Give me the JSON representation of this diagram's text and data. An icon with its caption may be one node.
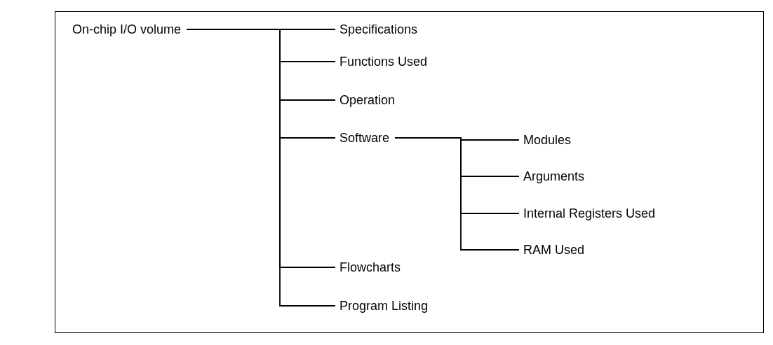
{
  "diagram": {
    "nodes": [
      {
        "text": [
          "On-chip I/O volume"
        ]
      },
      {
        "text": [
          "Specifications"
        ]
      },
      {
        "text": [
          "Functions Used"
        ]
      },
      {
        "text": [
          "Operation"
        ]
      },
      {
        "text": [
          "Software"
        ]
      },
      {
        "text": [
          "Modules"
        ]
      },
      {
        "text": [
          "Arguments"
        ]
      },
      {
        "text": [
          "Internal Registers Used"
        ]
      },
      {
        "text": [
          "RAM Used"
        ]
      },
      {
        "text": [
          "Flowcharts"
        ]
      },
      {
        "text": [
          "Program Listing"
        ]
      }
    ],
    "edges": [
      {
        "from": 0,
        "to": 1,
        "arrow": "none"
      },
      {
        "from": 0,
        "to": 2,
        "arrow": "none"
      },
      {
        "from": 0,
        "to": 3,
        "arrow": "none"
      },
      {
        "from": 0,
        "to": 4,
        "arrow": "none"
      },
      {
        "from": 0,
        "to": 9,
        "arrow": "none"
      },
      {
        "from": 0,
        "to": 10,
        "arrow": "none"
      },
      {
        "from": 4,
        "to": 5,
        "arrow": "none"
      },
      {
        "from": 4,
        "to": 6,
        "arrow": "none"
      },
      {
        "from": 4,
        "to": 7,
        "arrow": "none"
      },
      {
        "from": 4,
        "to": 8,
        "arrow": "none"
      }
    ]
  }
}
